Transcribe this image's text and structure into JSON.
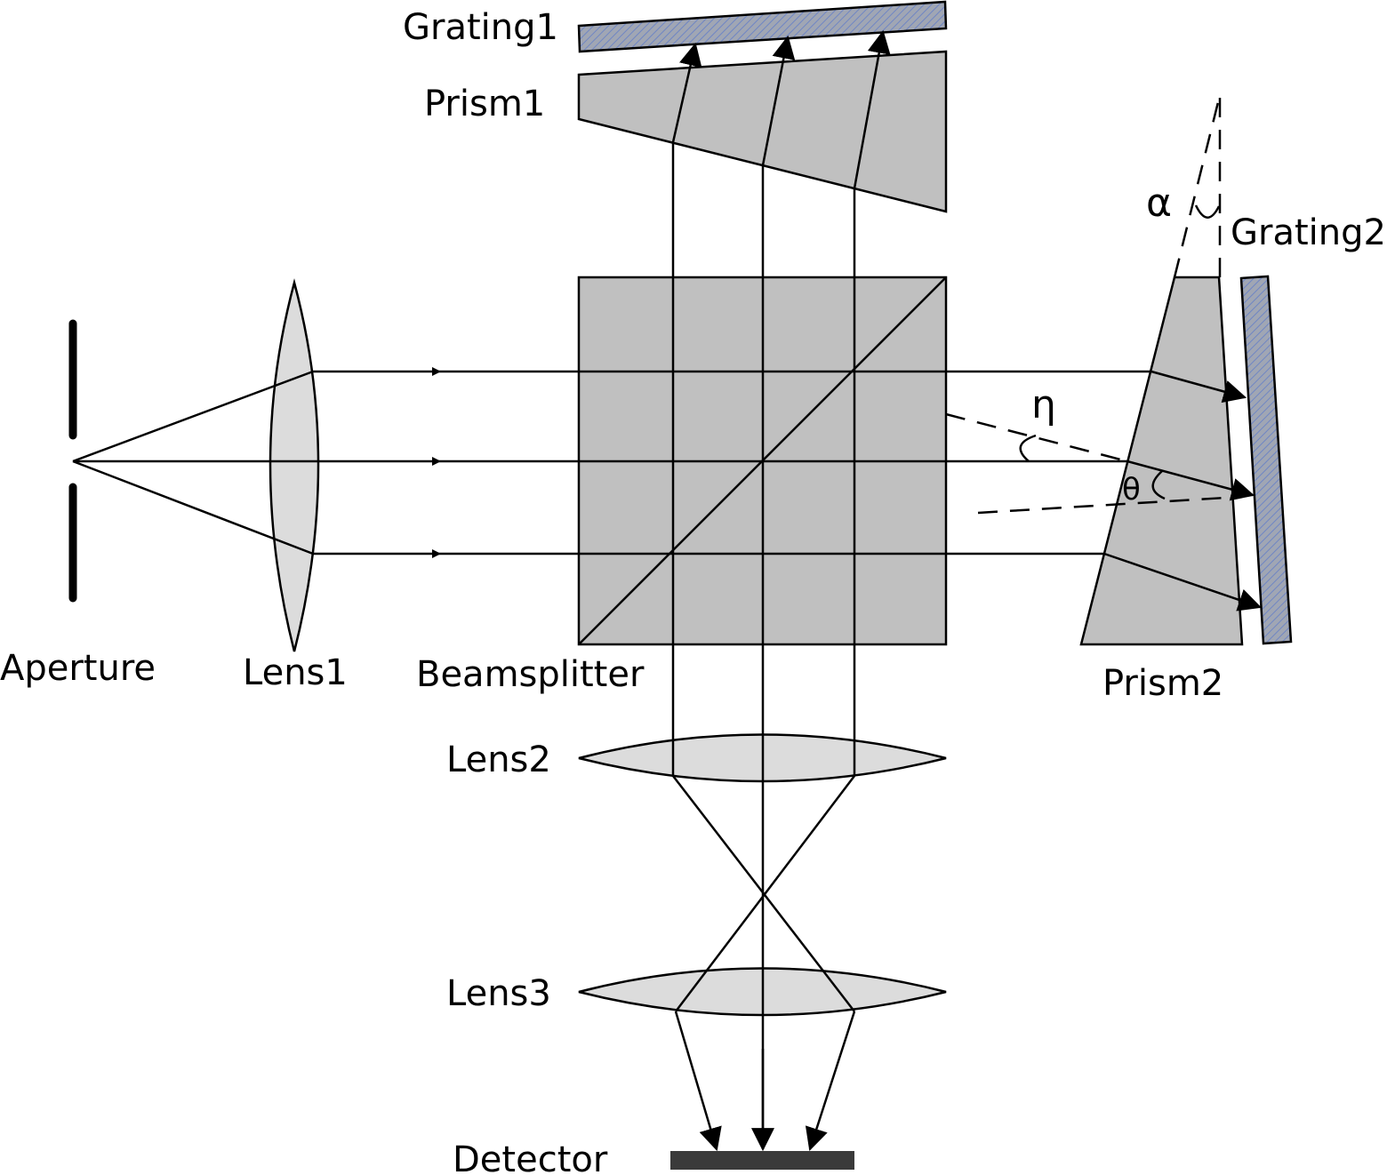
{
  "diagram": {
    "title": "Optical setup: aperture, lenses, beamsplitter, prisms, gratings and detector",
    "colors": {
      "prism_fill": "#c0c0c0",
      "lens_fill": "#dcdcdc",
      "grating_fill": "#9aa4b8",
      "grating_hatch": "#6f86c4",
      "detector_fill": "#3a3a3a",
      "line": "#000000"
    },
    "labels": {
      "grating1": "Grating1",
      "prism1": "Prism1",
      "grating2": "Grating2",
      "prism2": "Prism2",
      "aperture": "Aperture",
      "lens1": "Lens1",
      "beamsplitter": "Beamsplitter",
      "lens2": "Lens2",
      "lens3": "Lens3",
      "detector": "Detector"
    },
    "angles": {
      "alpha": "α",
      "eta": "η",
      "theta": "θ"
    }
  }
}
